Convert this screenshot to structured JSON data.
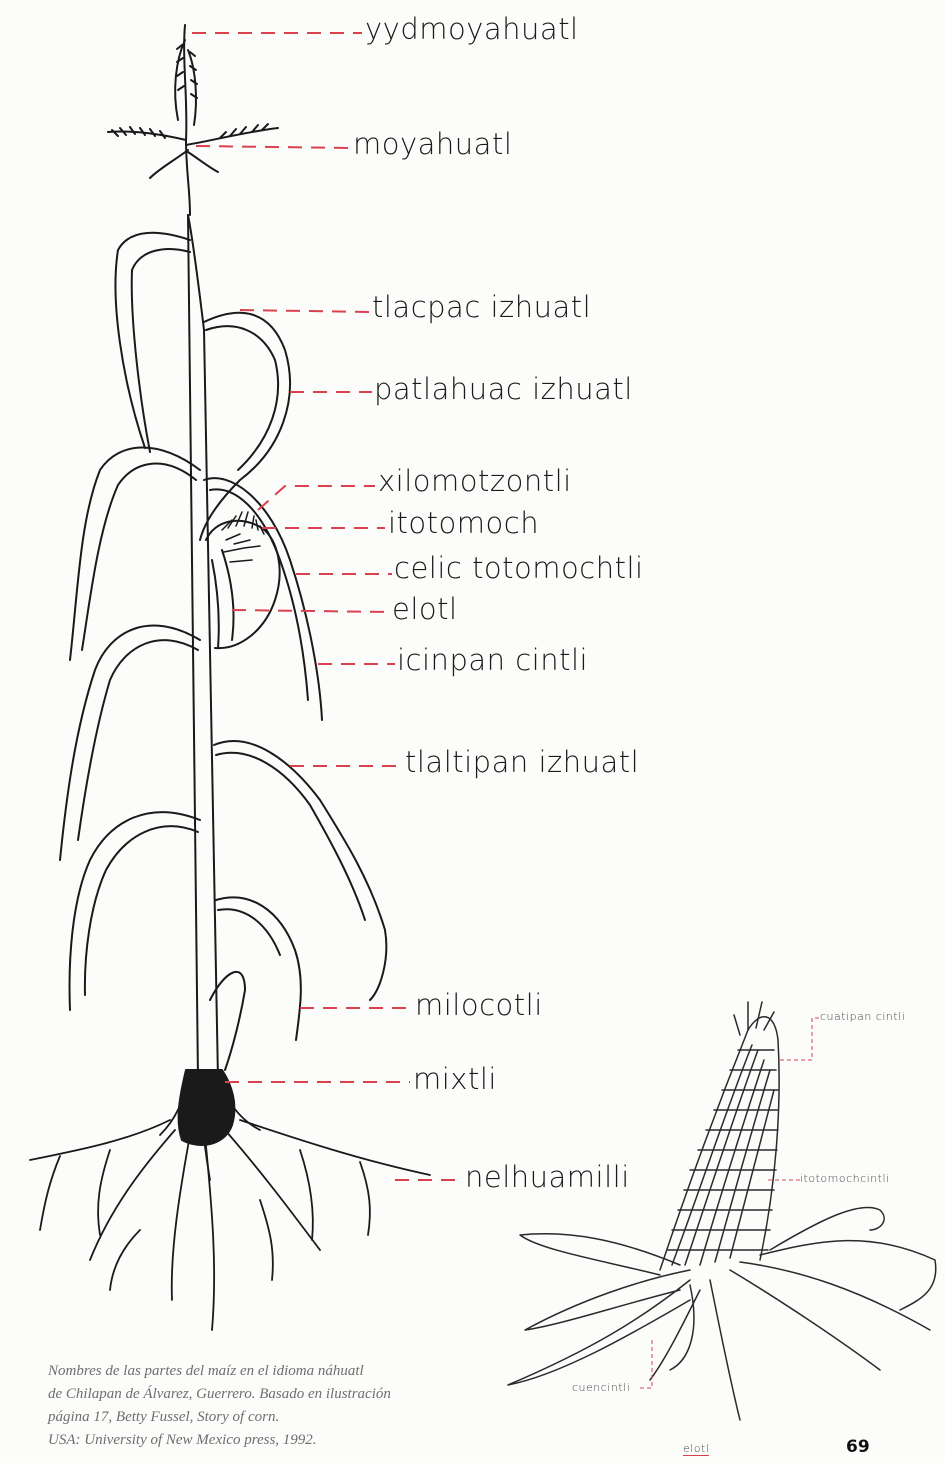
{
  "plant_labels": [
    "yydmoyahuatl",
    "moyahuatl",
    "tlacpac izhuatl",
    "patlahuac izhuatl",
    "xilomotzontli",
    "itotomoch",
    "celic totomochtli",
    "elotl",
    "icinpan cintli",
    "tlaltipan izhuatl",
    "milocotli",
    "mixtli",
    "nelhuamilli"
  ],
  "ear_labels": [
    "cuatipan cintli",
    "itotomochcintli",
    "cuencintli",
    "elotl"
  ],
  "caption": {
    "line1": "Nombres de las partes del maíz en el idioma náhuatl",
    "line2": "de Chilapan de Álvarez, Guerrero. Basado en ilustración",
    "line3": "página 17, Betty Fussel, Story of corn.",
    "line4": "USA: University of New Mexico press, 1992."
  },
  "page_number": "69",
  "colors": {
    "ink": "#1a1a1a",
    "leader": "#d9414f",
    "ear_leader": "#d9414f",
    "caption": "#6e6e6e"
  }
}
